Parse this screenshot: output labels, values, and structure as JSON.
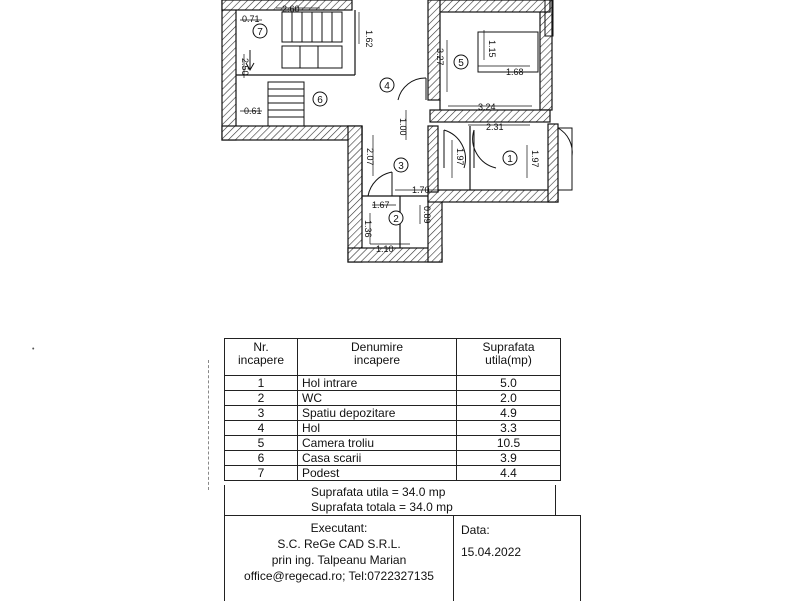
{
  "dimensions": {
    "d260": "2.60",
    "d071": "0.71",
    "d162": "1.62",
    "d250": "2.50",
    "d061": "0.61",
    "d327": "3.27",
    "d115": "1.15",
    "d168": "1.68",
    "d324": "3.24",
    "d231": "2.31",
    "d100": "1.00",
    "d207": "2.07",
    "d197a": "1.97",
    "d197b": "1.97",
    "d170": "1.70",
    "d167": "1.67",
    "d136": "1.36",
    "d110": "1.10",
    "d089": "0.89"
  },
  "room_markers": [
    "1",
    "2",
    "3",
    "4",
    "5",
    "6",
    "7"
  ],
  "table": {
    "header_nr": [
      "Nr.",
      "incapere"
    ],
    "header_name": [
      "Denumire",
      "incapere"
    ],
    "header_area": [
      "Suprafata",
      "utila(mp)"
    ],
    "rows": [
      {
        "nr": "1",
        "name": "Hol intrare",
        "area": "5.0"
      },
      {
        "nr": "2",
        "name": "WC",
        "area": "2.0"
      },
      {
        "nr": "3",
        "name": "Spatiu depozitare",
        "area": "4.9"
      },
      {
        "nr": "4",
        "name": "Hol",
        "area": "3.3"
      },
      {
        "nr": "5",
        "name": "Camera troliu",
        "area": "10.5"
      },
      {
        "nr": "6",
        "name": "Casa scarii",
        "area": "3.9"
      },
      {
        "nr": "7",
        "name": "Podest",
        "area": "4.4"
      }
    ],
    "useful_total": "Suprafata utila = 34.0 mp",
    "gross_total": "Suprafata totala = 34.0 mp"
  },
  "title_block": {
    "executant_label": "Executant:",
    "company": "S.C. ReGe CAD S.R.L.",
    "engineer": "prin ing. Talpeanu Marian",
    "contact": "office@regecad.ro; Tel:0722327135",
    "date_label": "Data:",
    "date_value": "15.04.2022"
  }
}
